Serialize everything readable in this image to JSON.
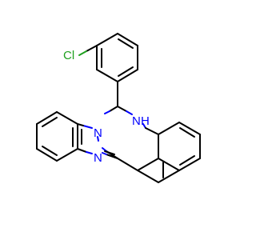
{
  "molecule": {
    "atoms": {
      "chlorine": {
        "text": "Cl",
        "color": "#1fa01f"
      },
      "nh": {
        "text": "N",
        "h_text": "H",
        "color": "#0000ff"
      },
      "n_bridge": {
        "text": "N",
        "color": "#0000ff"
      },
      "n_imidazole": {
        "text": "N",
        "color": "#0000ff"
      }
    },
    "colors": {
      "bond": "#000000",
      "nitrogen": "#0000ff",
      "chlorine": "#1fa01f",
      "background": "#ffffff"
    }
  }
}
